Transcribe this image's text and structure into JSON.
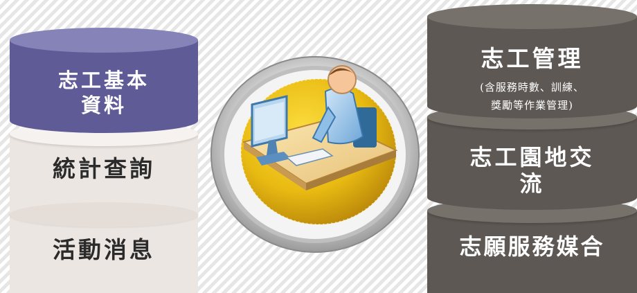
{
  "left_stack": {
    "basic_info": {
      "line1": "志工基本",
      "line2": "資料"
    },
    "statistics_query": "統計查詢",
    "activity_news": "活動消息"
  },
  "right_stack": {
    "management": {
      "title": "志工管理",
      "detail_line1": "(含服務時數、訓練、",
      "detail_line2": "獎勵等作業管理)"
    },
    "community": {
      "line1": "志工園地交",
      "line2": "流"
    },
    "matching": "志願服務媒合"
  },
  "colors": {
    "purple": "#5e5b97",
    "light_gray": "#ece6e2",
    "dark_gray": "#5e5854",
    "gold": "#e9bb12"
  },
  "center_icon": "user-at-computer-icon"
}
